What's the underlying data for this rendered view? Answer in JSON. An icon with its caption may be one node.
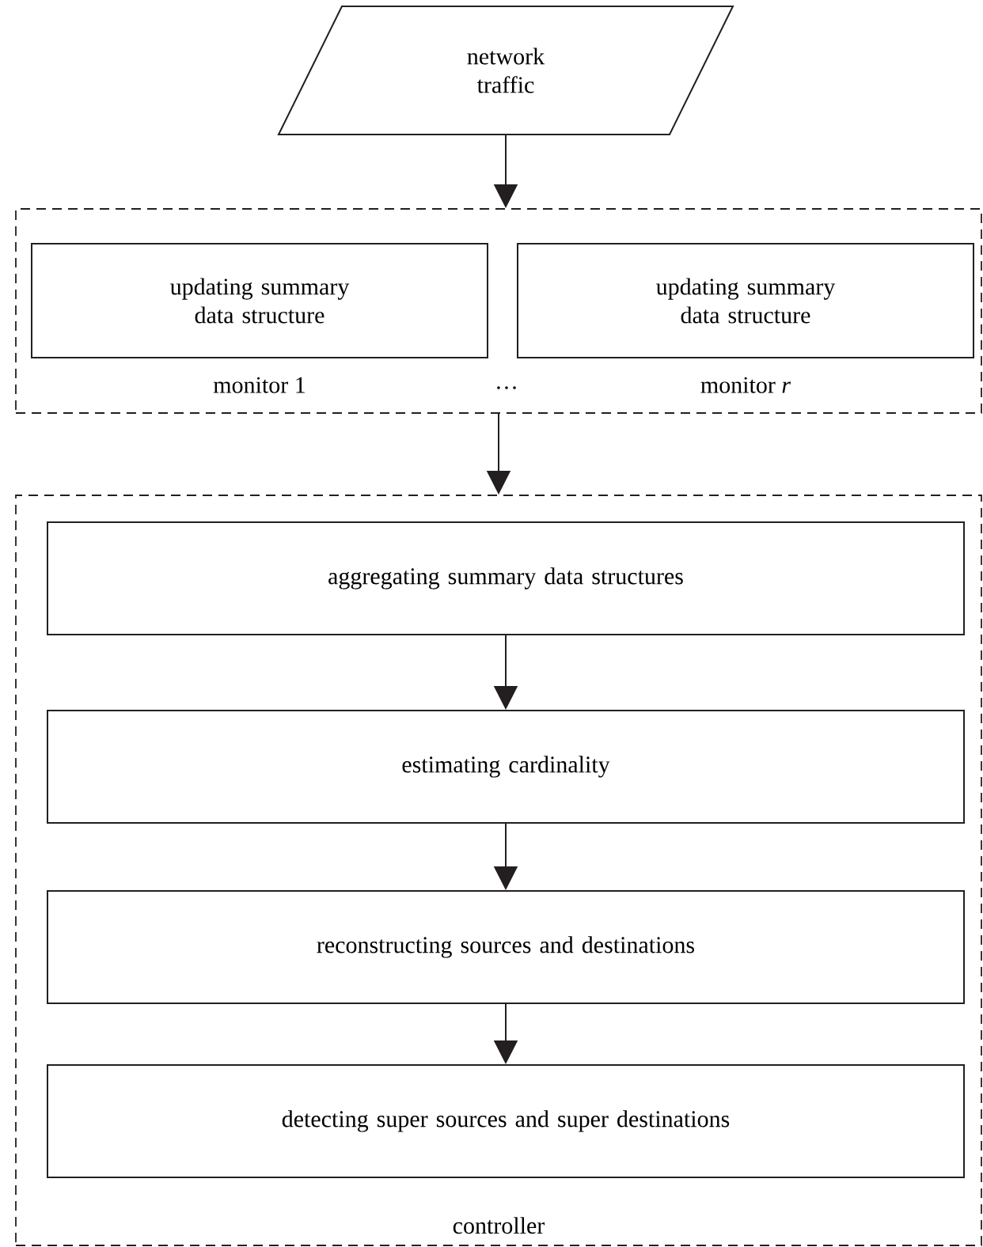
{
  "diagram": {
    "nodes": [
      {
        "text": [
          "network traffic"
        ]
      },
      {
        "text": [],
        "shape": "box"
      },
      {
        "text": [
          "updating summary data structure"
        ],
        "beside": [
          "monitor 1"
        ],
        "in": 1
      },
      {
        "text": [
          "updating summary data structure"
        ],
        "beside": [
          "monitor *r*"
        ],
        "in": 1
      },
      {
        "text": [
          "controller"
        ]
      },
      {
        "text": [
          "aggregating summary data structures"
        ],
        "in": 4
      },
      {
        "text": [
          "estimating cardinality"
        ],
        "in": 4
      },
      {
        "text": [
          "reconstructing sources and destinations"
        ],
        "in": 4
      },
      {
        "text": [
          "detecting super sources and super destinations"
        ],
        "in": 4
      }
    ],
    "edges": [
      {
        "from": 0,
        "to": 1,
        "arrow": "to"
      },
      {
        "from": 1,
        "to": 4,
        "arrow": "to"
      },
      {
        "from": 5,
        "to": 6,
        "arrow": "to"
      },
      {
        "from": 6,
        "to": 7,
        "arrow": "to"
      },
      {
        "from": 7,
        "to": 8,
        "arrow": "to"
      }
    ],
    "labels": [
      "…"
    ]
  }
}
